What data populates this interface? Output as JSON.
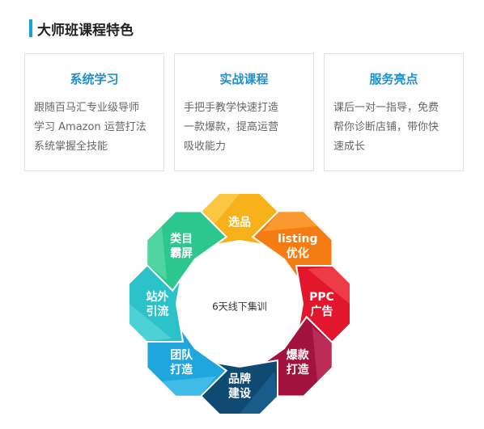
{
  "section": {
    "title": "大师班课程特色"
  },
  "cards": [
    {
      "title": "系统学习",
      "lines": [
        "跟随百马汇专业级导师",
        "学习 Amazon 运营打法",
        "系统掌握全技能"
      ]
    },
    {
      "title": "实战课程",
      "lines": [
        "手把手教学快速打造",
        "一款爆款，提高运营",
        "吸收能力"
      ]
    },
    {
      "title": "服务亮点",
      "lines": [
        "课后一对一指导，免费",
        "帮你诊断店铺，带你快",
        "速成长"
      ]
    }
  ],
  "wheel": {
    "center": "6天线下集训",
    "segments": [
      {
        "lines": [
          "选品"
        ],
        "color": "#f7b21b",
        "light": "#fccc4f"
      },
      {
        "lines": [
          "listing",
          "优化"
        ],
        "color": "#f57c12",
        "light": "#fca33c"
      },
      {
        "lines": [
          "PPC",
          "广告"
        ],
        "color": "#e2172d",
        "light": "#f0494f"
      },
      {
        "lines": [
          "爆款",
          "打造"
        ],
        "color": "#a4123f",
        "light": "#c43560"
      },
      {
        "lines": [
          "品牌",
          "建设"
        ],
        "color": "#0f4a72",
        "light": "#1d6394"
      },
      {
        "lines": [
          "团队",
          "打造"
        ],
        "color": "#1ea6dd",
        "light": "#4cc0ea"
      },
      {
        "lines": [
          "站外",
          "引流"
        ],
        "color": "#2bc3c9",
        "light": "#5ad6d8"
      },
      {
        "lines": [
          "类目",
          "霸屏"
        ],
        "color": "#2cc78f",
        "light": "#5cd8a7"
      }
    ]
  }
}
